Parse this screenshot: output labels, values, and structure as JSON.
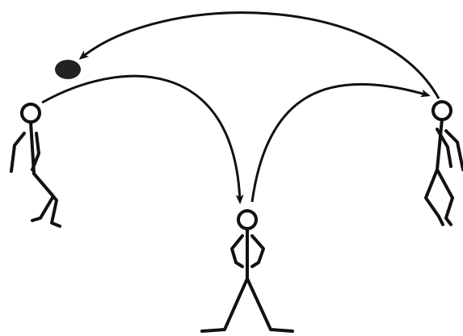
{
  "diagram": {
    "type": "passing-drill",
    "players": [
      {
        "id": "left-player",
        "pose": "leaning-right"
      },
      {
        "id": "center-player",
        "pose": "standing-hands-on-hips"
      },
      {
        "id": "right-player",
        "pose": "leaning-left"
      }
    ],
    "passes": [
      {
        "from": "right-player",
        "to": "ball",
        "direction": "arc-over-top"
      },
      {
        "from": "left-player",
        "to": "center-player",
        "direction": "arc-down"
      },
      {
        "from": "center-player",
        "to": "right-player",
        "direction": "arc-up"
      }
    ],
    "ball": {
      "held_near": "left-player"
    },
    "colors": {
      "line": "#111111",
      "background": "#ffffff",
      "ball": "#222222"
    }
  }
}
